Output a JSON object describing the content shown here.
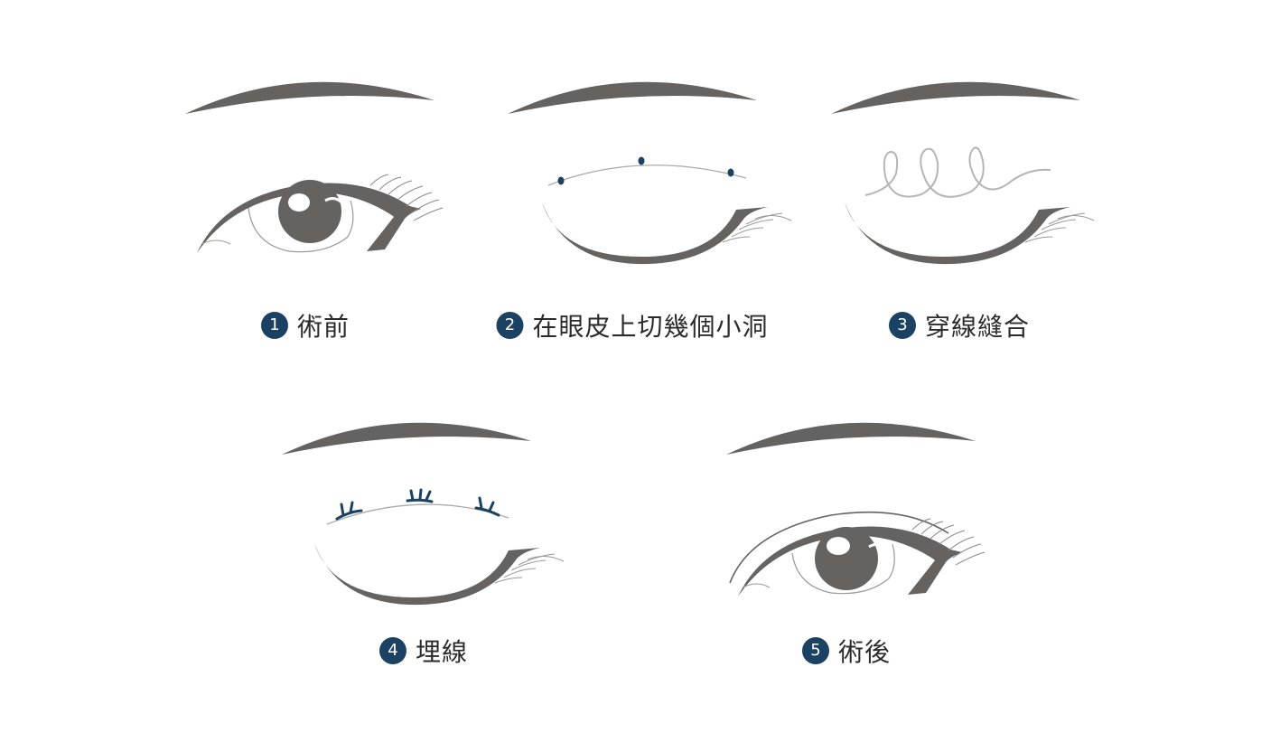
{
  "colors": {
    "badge": "#1b4262",
    "feature": "#666260",
    "stroke": "#888888",
    "thread": "#b5b5b5",
    "accent": "#1b4262"
  },
  "steps": [
    {
      "number": "1",
      "label": "術前"
    },
    {
      "number": "2",
      "label": "在眼皮上切幾個小洞"
    },
    {
      "number": "3",
      "label": "穿線縫合"
    },
    {
      "number": "4",
      "label": "埋線"
    },
    {
      "number": "5",
      "label": "術後"
    }
  ]
}
